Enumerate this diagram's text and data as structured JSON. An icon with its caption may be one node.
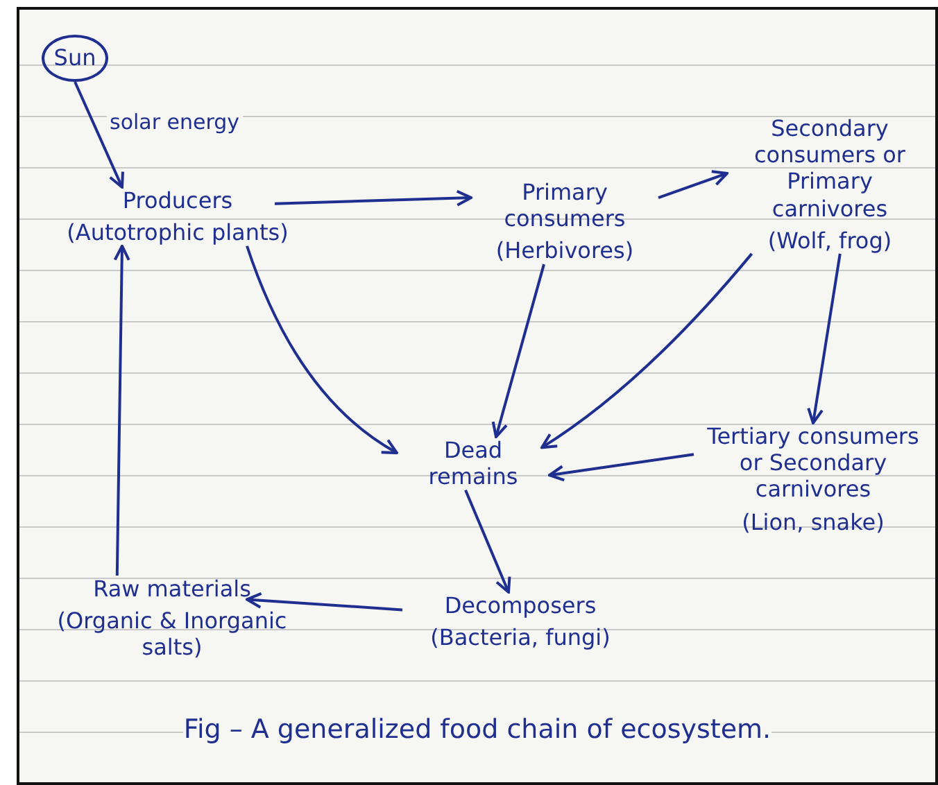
{
  "diagram": {
    "caption": "Fig – A generalized food chain of ecosystem.",
    "nodes": [
      {
        "text": [
          "Sun"
        ]
      },
      {
        "text": [
          "Producers",
          "(Autotrophic plants)"
        ]
      },
      {
        "text": [
          "Primary consumers",
          "(Herbivores)"
        ]
      },
      {
        "text": [
          "Secondary consumers or Primary carnivores",
          "(Wolf, frog)"
        ]
      },
      {
        "text": [
          "Dead remains"
        ]
      },
      {
        "text": [
          "Tertiary consumers or Secondary carnivores",
          "(Lion, snake)"
        ]
      },
      {
        "text": [
          "Decomposers",
          "(Bacteria, fungi)"
        ]
      },
      {
        "text": [
          "Raw materials",
          "(Organic & Inorganic salts)"
        ]
      }
    ],
    "edges": [
      {
        "from": 0,
        "to": 1,
        "arrow": "to",
        "label": "solar energy"
      },
      {
        "from": 1,
        "to": 2,
        "arrow": "to"
      },
      {
        "from": 2,
        "to": 3,
        "arrow": "to"
      },
      {
        "from": 3,
        "to": 5,
        "arrow": "to"
      },
      {
        "from": 1,
        "to": 4,
        "arrow": "to"
      },
      {
        "from": 2,
        "to": 4,
        "arrow": "to"
      },
      {
        "from": 3,
        "to": 4,
        "arrow": "to"
      },
      {
        "from": 5,
        "to": 4,
        "arrow": "to"
      },
      {
        "from": 4,
        "to": 6,
        "arrow": "to"
      },
      {
        "from": 6,
        "to": 7,
        "arrow": "to"
      },
      {
        "from": 7,
        "to": 1,
        "arrow": "to"
      }
    ]
  }
}
